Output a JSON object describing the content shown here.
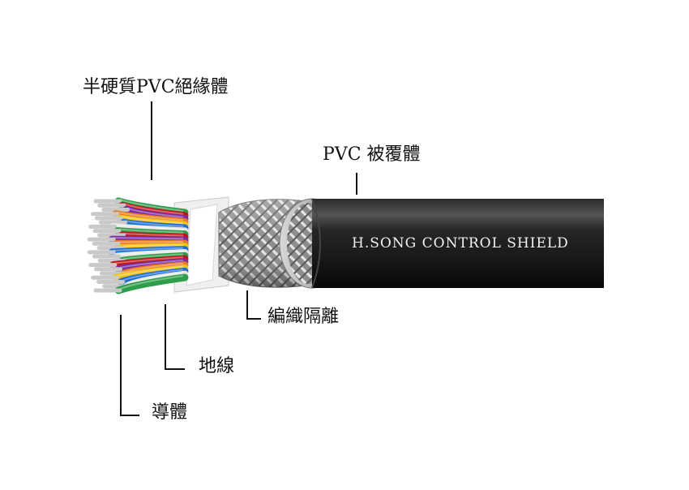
{
  "labels": {
    "insulation": "半硬質PVC絕緣體",
    "jacket": "PVC 被覆體",
    "braid": "編織隔離",
    "ground": "地線",
    "conductor": "導體"
  },
  "cable": {
    "print": "H.SONG CONTROL SHIELD"
  },
  "colors": {
    "jacket": "#1c1c1c",
    "jacket_highlight": "#4a4a4a",
    "jacket_ring": "#b9b9b9",
    "braid": "#9a9a9a",
    "wire_core": [
      "#2e9e4a",
      "#c0161b",
      "#7a2ba3",
      "#e87a1e",
      "#f2c21a",
      "#1c6fd1",
      "#e8e8e8"
    ]
  }
}
